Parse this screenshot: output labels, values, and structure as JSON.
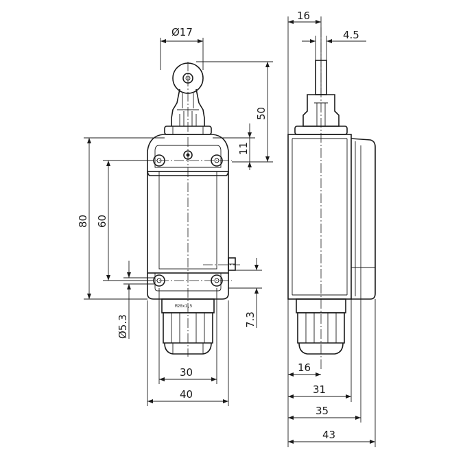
{
  "front_view": {
    "dim_dia17": "Ø17",
    "dim_50": "50",
    "dim_11": "11",
    "dim_80": "80",
    "dim_60": "60",
    "dim_dia53": "Ø5.3",
    "dim_73": "7.3",
    "dim_30": "30",
    "dim_40": "40",
    "gland_text": "M20x1,5"
  },
  "side_view": {
    "dim_16_top": "16",
    "dim_45": "4.5",
    "dim_16_bottom": "16",
    "dim_31": "31",
    "dim_35": "35",
    "dim_43": "43"
  }
}
